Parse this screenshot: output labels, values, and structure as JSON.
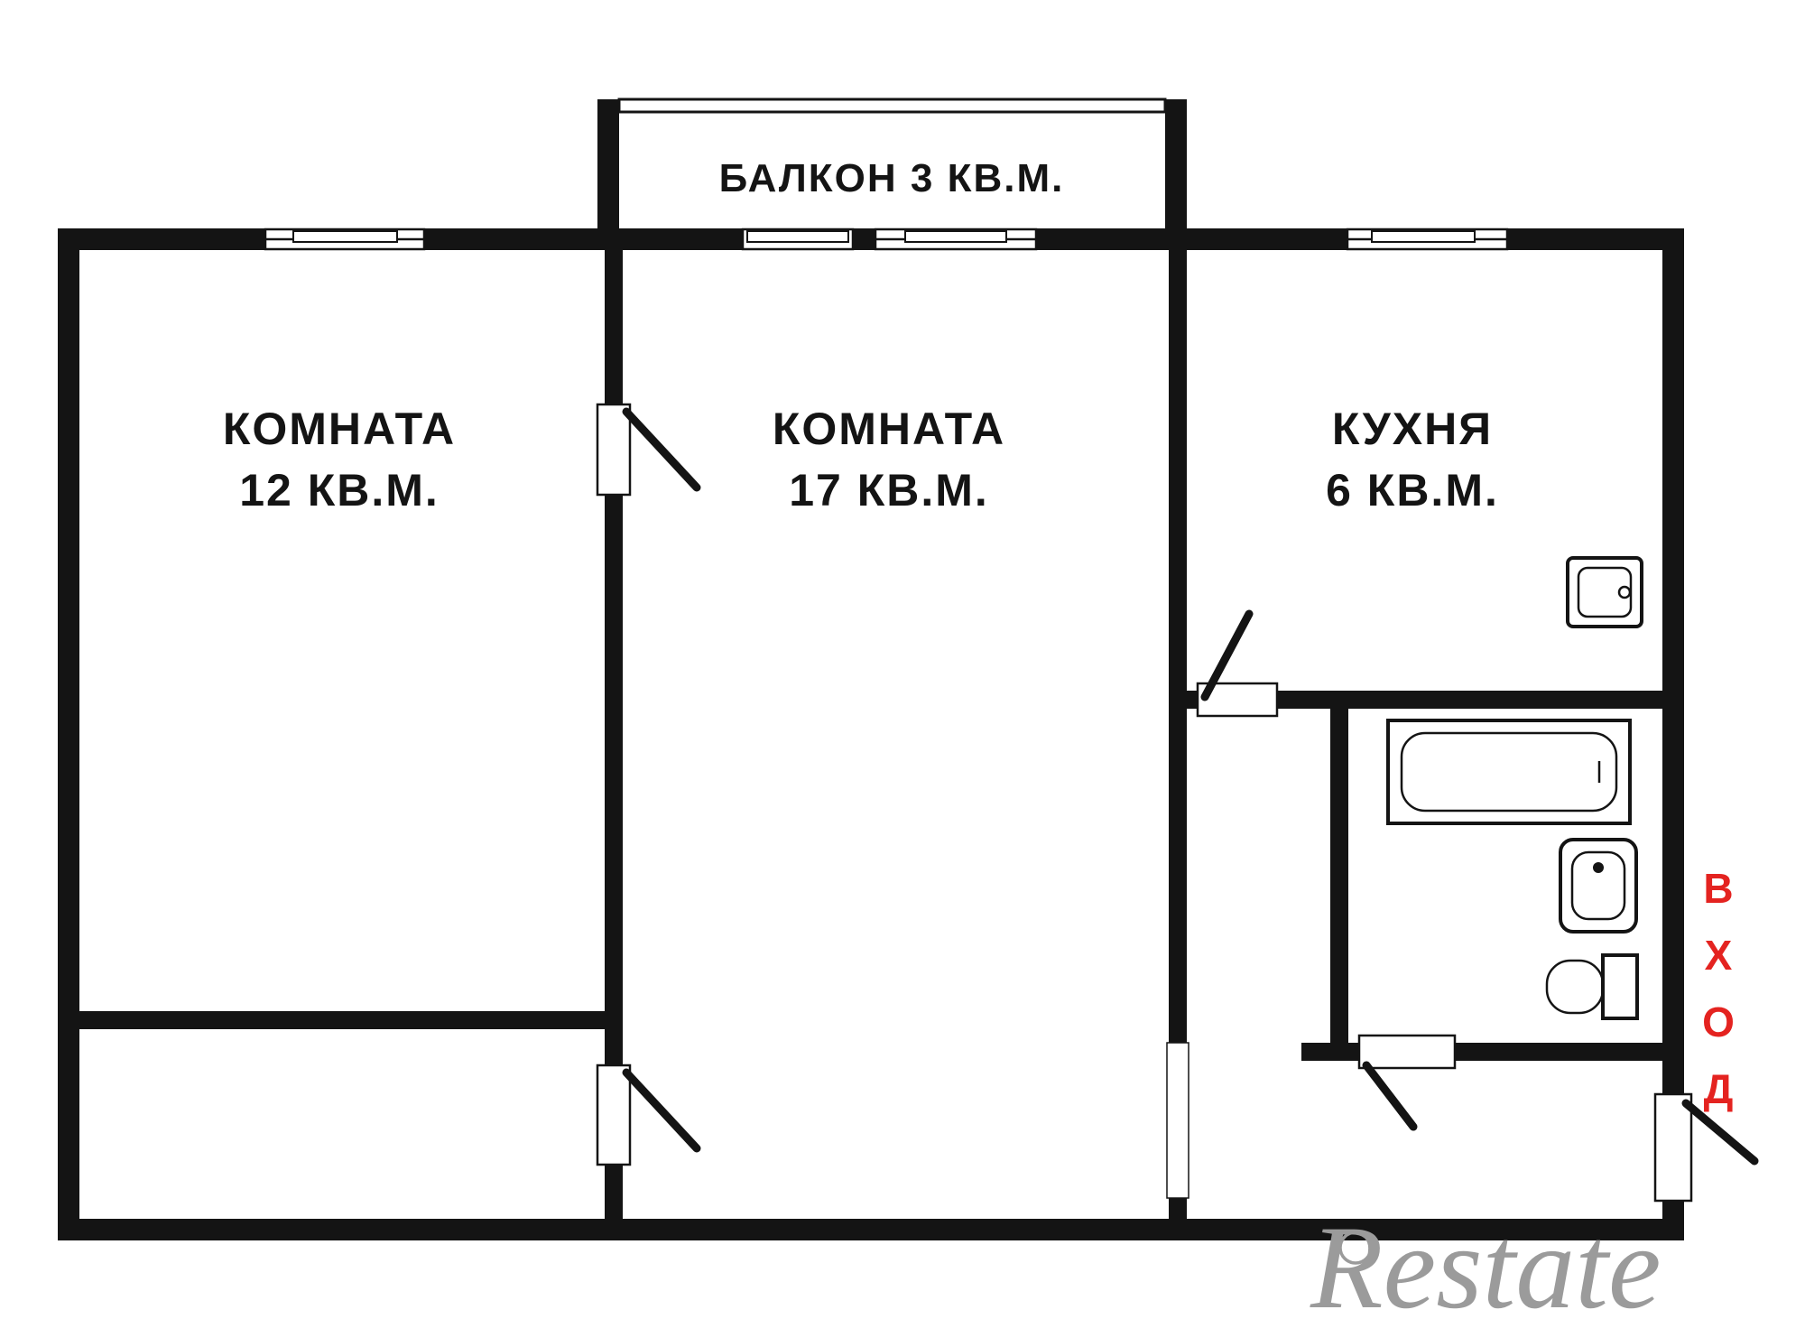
{
  "plan": {
    "balcony": {
      "label": "БАЛКОН 3 КВ.М."
    },
    "room_small": {
      "name": "КОМНАТА",
      "area": "12 КВ.М."
    },
    "room_large": {
      "name": "КОМНАТА",
      "area": "17 КВ.М."
    },
    "kitchen": {
      "name": "КУХНЯ",
      "area": "6 КВ.М."
    },
    "entrance": {
      "label": "ВХОД",
      "letters": [
        "В",
        "Х",
        "О",
        "Д"
      ]
    },
    "watermark": {
      "text": "Restate"
    }
  },
  "fixtures": [
    {
      "name": "bathtub"
    },
    {
      "name": "wash-basin"
    },
    {
      "name": "toilet"
    },
    {
      "name": "kitchen-sink"
    }
  ],
  "colors": {
    "wall": "#141414",
    "entrance_red": "#e42320",
    "watermark_gray": "#9b9b9b"
  }
}
